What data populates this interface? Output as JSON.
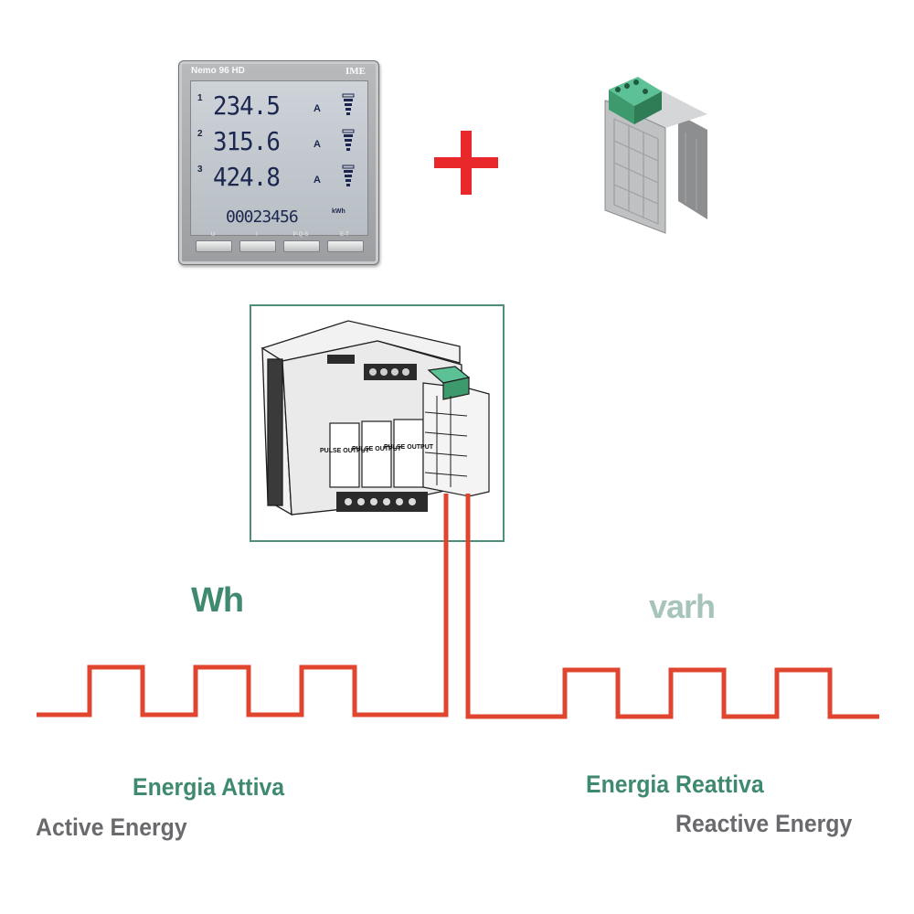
{
  "meter": {
    "model": "Nemo 96 HD",
    "maker": "IME",
    "readings": [
      {
        "index": "1",
        "value": "234.5",
        "unit": "A"
      },
      {
        "index": "2",
        "value": "315.6",
        "unit": "A"
      },
      {
        "index": "3",
        "value": "424.8",
        "unit": "A"
      }
    ],
    "energy_value": "00023456",
    "energy_unit": "kWh",
    "keys": [
      "U",
      "I",
      "P-Q-S",
      "E-T"
    ]
  },
  "module_labels": [
    "PULSE OUTPUT",
    "PULSE OUTPUT",
    "PULSE OUTPUT"
  ],
  "outputs": {
    "active": {
      "unit": "Wh",
      "label_it": "Energia Attiva",
      "label_en": "Active Energy"
    },
    "reactive": {
      "unit": "varh",
      "label_it": "Energia Reattiva",
      "label_en": "Reactive Energy"
    }
  },
  "colors": {
    "pulse_line": "#e0452f",
    "plus_sign": "#e8282b",
    "green_label": "#3f8a6e",
    "light_green_label": "#a7c4bb",
    "grey_label": "#6a6a6e",
    "frame_border": "#4f8f78",
    "module_green": "#3d9a6c"
  }
}
